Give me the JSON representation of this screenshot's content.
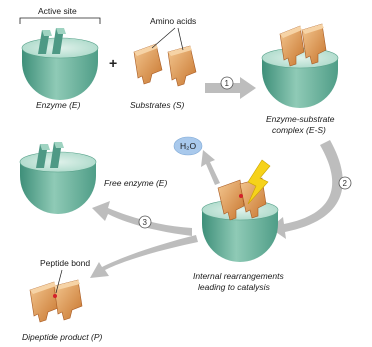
{
  "labels": {
    "active_site": "Active site",
    "amino_acids": "Amino acids",
    "enzyme": "Enzyme (E)",
    "plus": "+",
    "substrates": "Substrates (S)",
    "es_complex_line1": "Enzyme-substrate",
    "es_complex_line2": "complex (E-S)",
    "water": "H₂O",
    "free_enzyme": "Free enzyme (E)",
    "internal_line1": "Internal rearrangements",
    "internal_line2": "leading to catalysis",
    "peptide_bond": "Peptide bond",
    "dipeptide_product": "Dipeptide product (P)"
  },
  "steps": [
    "1",
    "2",
    "3"
  ],
  "colors": {
    "enzyme_light": "#c9e7dc",
    "enzyme_mid": "#7fc1ad",
    "enzyme_dark": "#3e8f79",
    "substrate_light": "#f1c08c",
    "substrate_mid": "#d98a44",
    "substrate_dark": "#a85a22",
    "arrow_gray": "#b3b3b3",
    "water_blue": "#a9c9ec",
    "lightning": "#f6d21a",
    "bond_red": "#d4202a"
  }
}
